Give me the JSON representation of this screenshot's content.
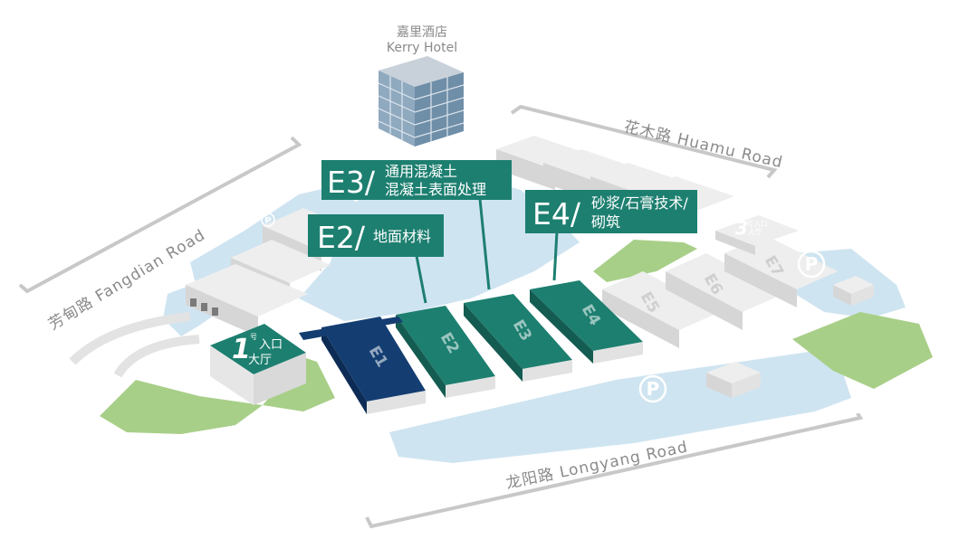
{
  "colors": {
    "background": "#ffffff",
    "water": "#cfe4f1",
    "grass": "#a8cf88",
    "building_top": "#eeeeee",
    "building_side": "#d6d6d6",
    "hall_green": "#1d7f70",
    "hall_green_side": "#145c52",
    "hall_navy": "#143e72",
    "hall_navy_side": "#0d2c55",
    "callout": "#1d7f70",
    "road_line": "#c8c8c8",
    "road_text": "#8a8a8a",
    "ground": "#ffffff",
    "hotel_glass": "#7f9db6",
    "hotel_roof": "#c8d1d9"
  },
  "hotel": {
    "name_cn": "嘉里酒店",
    "name_en": "Kerry Hotel",
    "icon": "building-icon"
  },
  "roads": [
    {
      "id": "huamu",
      "label": "花木路  Huamu Road"
    },
    {
      "id": "fangdian",
      "label": "芳甸路  Fangdian Road"
    },
    {
      "id": "longyang",
      "label": "龙阳路  Longyang Road"
    }
  ],
  "callouts": [
    {
      "id": "e3",
      "code": "E3/",
      "lines": [
        "通用混凝土",
        "混凝土表面处理"
      ]
    },
    {
      "id": "e2",
      "code": "E2/",
      "lines": [
        "地面材料"
      ]
    },
    {
      "id": "e4",
      "code": "E4/",
      "lines": [
        "砂浆/石膏技术/",
        "砌筑"
      ]
    }
  ],
  "halls": [
    {
      "id": "e1",
      "label": "E1",
      "highlight": "navy"
    },
    {
      "id": "e2",
      "label": "E2",
      "highlight": "green"
    },
    {
      "id": "e3",
      "label": "E3",
      "highlight": "green"
    },
    {
      "id": "e4",
      "label": "E4",
      "highlight": "green"
    },
    {
      "id": "e5",
      "label": "E5",
      "highlight": "none"
    },
    {
      "id": "e6",
      "label": "E6",
      "highlight": "none"
    },
    {
      "id": "e7",
      "label": "E7",
      "highlight": "none"
    }
  ],
  "entrances": [
    {
      "id": "entrance-1",
      "number": "1",
      "sup": "号",
      "lines": [
        "入口",
        "大厅"
      ]
    },
    {
      "id": "entrance-3",
      "number": "3",
      "sup": "",
      "lines": [
        "号入口",
        "大厅"
      ]
    }
  ],
  "parking": {
    "symbol": "P",
    "count": 3
  }
}
